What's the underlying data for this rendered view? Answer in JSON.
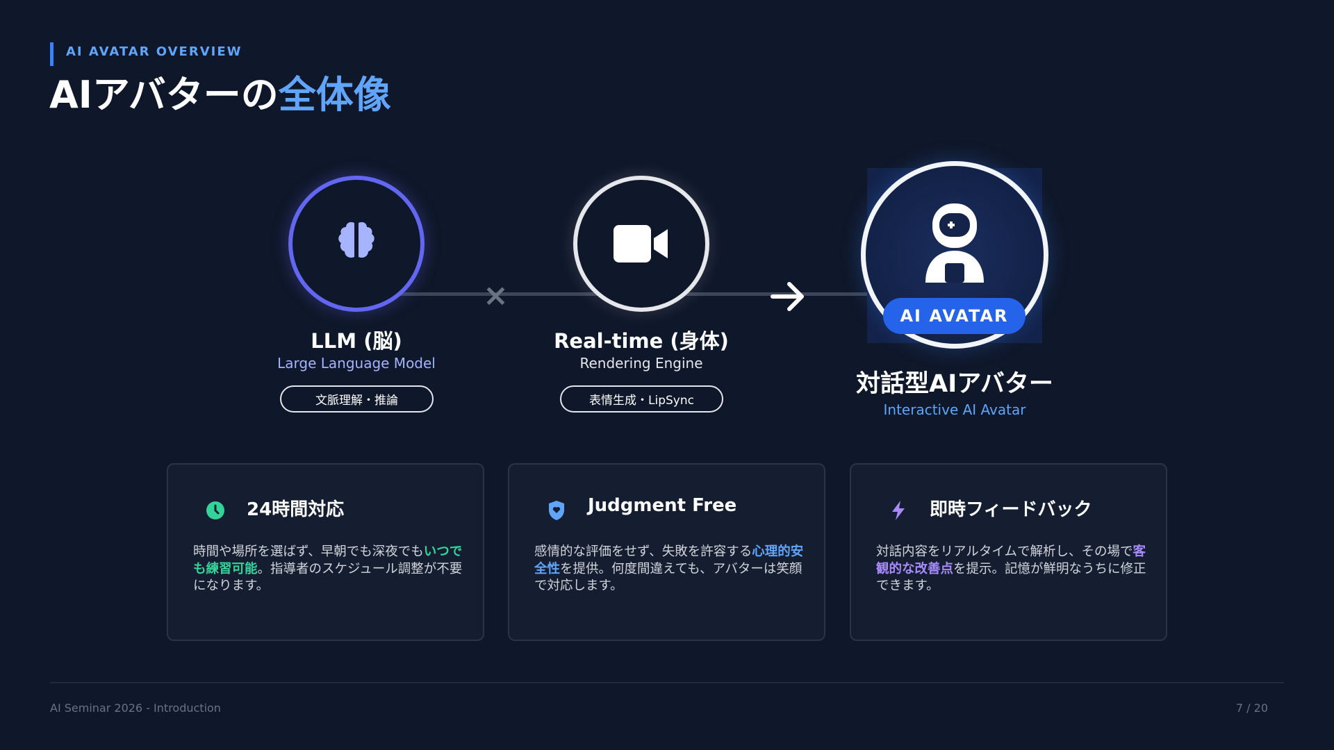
{
  "header": {
    "kicker": "AI AVATAR OVERVIEW",
    "title_main": "AIアバターの",
    "title_highlight": "全体像"
  },
  "diagram": {
    "nodes": [
      {
        "label": "LLM (脳)",
        "subtitle": "Large Language Model",
        "tag": "文脈理解・推論",
        "icon": "brain-icon"
      },
      {
        "label": "Real-time (身体)",
        "subtitle": "Rendering Engine",
        "tag": "表情生成・LipSync",
        "icon": "video-camera-icon"
      }
    ],
    "operator": "×",
    "result": {
      "badge": "AI AVATAR",
      "label": "対話型AIアバター",
      "subtitle": "Interactive AI Avatar",
      "icon": "astronaut-icon"
    }
  },
  "cards": [
    {
      "icon": "clock-icon",
      "color": "#34d399",
      "title": "24時間対応",
      "body_pre": "時間や場所を選ばず、早朝でも深夜でも",
      "body_em": "いつでも練習可能",
      "body_post": "。指導者のスケジュール調整が不要になります。"
    },
    {
      "icon": "shield-heart-icon",
      "color": "#60a5fa",
      "title": "Judgment Free",
      "body_pre": "感情的な評価をせず、失敗を許容する",
      "body_em": "心理的安全性",
      "body_post": "を提供。何度間違えても、アバターは笑顔で対応します。"
    },
    {
      "icon": "lightning-icon",
      "color": "#a78bfa",
      "title": "即時フィードバック",
      "body_pre": "対話内容をリアルタイムで解析し、その場で",
      "body_em": "客観的な改善点",
      "body_post": "を提示。記憶が鮮明なうちに修正できます。"
    }
  ],
  "footer": {
    "left": "AI Seminar 2026 - Introduction",
    "page": "7 / 20"
  }
}
